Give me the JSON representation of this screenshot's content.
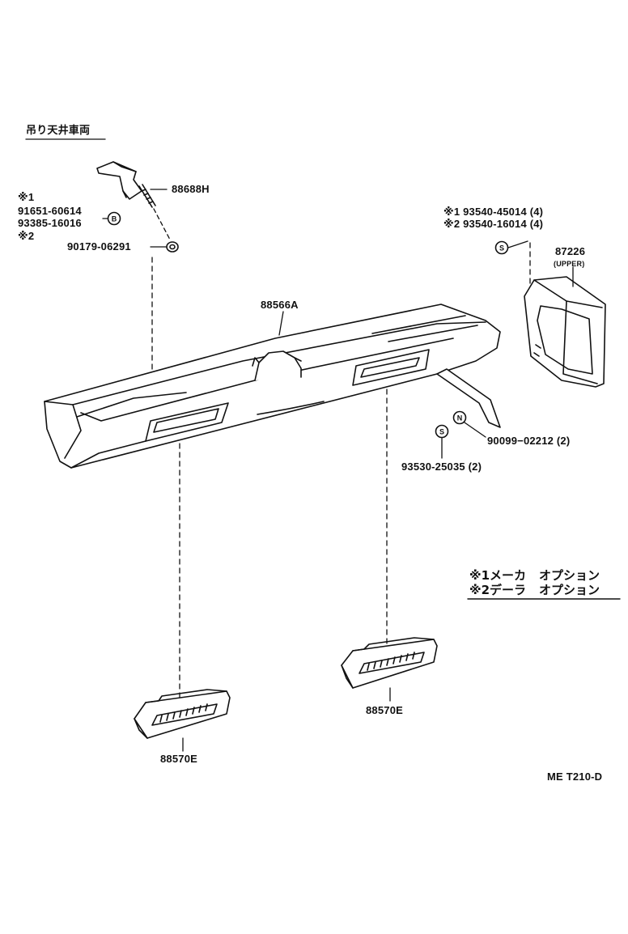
{
  "diagram": {
    "header_note": "吊り天井車両",
    "mark1": "※1",
    "mark2": "※2",
    "part_numbers": {
      "p91651": "91651-60614",
      "p93385": "93385-16016",
      "p90179": "90179-06291",
      "p88688h": "88688H",
      "p88566a": "88566A",
      "p93540_1": "※1 93540-45014 (4)",
      "p93540_2": "※2 93540-16014 (4)",
      "p87226": "87226",
      "p87226_sub": "(UPPER)",
      "p90099": "90099−02212 (2)",
      "p93530": "93530-25035 (2)",
      "p88570e_left": "88570E",
      "p88570e_right": "88570E"
    },
    "symbols": {
      "b": "B",
      "s1": "S",
      "s2": "S",
      "n": "N"
    },
    "legend": {
      "row1_mark": "※1",
      "row1_a": "メーカ",
      "row1_b": "オプション",
      "row2_mark": "※2",
      "row2_a": "デーラ",
      "row2_b": "オプション"
    },
    "diagram_code": "ME T210-D"
  }
}
